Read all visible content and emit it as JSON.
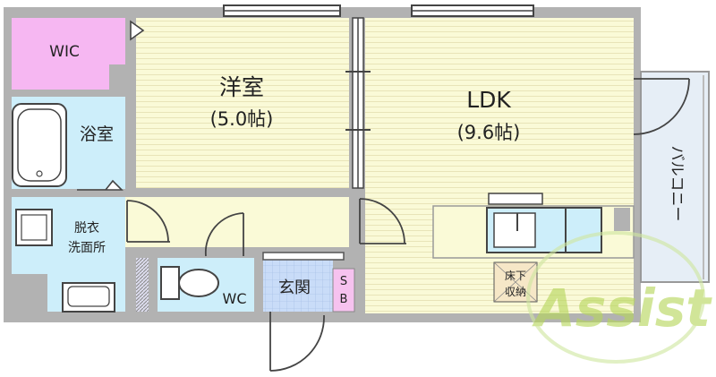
{
  "rooms": {
    "wic": {
      "label": "WIC"
    },
    "western": {
      "label": "洋室",
      "size": "(5.0帖)"
    },
    "ldk": {
      "label": "LDK",
      "size": "(9.6帖)"
    },
    "bath": {
      "label": "浴室"
    },
    "dressing": {
      "label_line1": "脱衣",
      "label_line2": "洗面所"
    },
    "wc": {
      "label": "WC"
    },
    "entrance": {
      "label": "玄関"
    },
    "shoe_box": {
      "label_line1": "S",
      "label_line2": "B"
    },
    "underfloor_storage": {
      "label_line1": "床下",
      "label_line2": "収納"
    },
    "balcony": {
      "label": "バルコニー"
    }
  },
  "watermark": {
    "text": "Assist"
  },
  "colors": {
    "wall": "#b2b2b2",
    "wic": "#f6b7f2",
    "western": "#fafad7",
    "ldk": "#fafad7",
    "wet": "#cdeefa",
    "entrance": "#c9dcf8",
    "shoe_box": "#f6c2ef",
    "balcony": "#e6eef6",
    "watermark": "#b6d65a"
  }
}
